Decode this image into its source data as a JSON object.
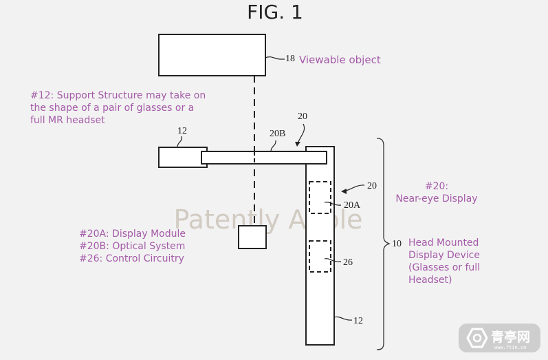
{
  "figure": {
    "title": "FIG. 1"
  },
  "watermark": {
    "text": "Patently Apple"
  },
  "reference_numerals": {
    "viewable_object": "18",
    "support_top": "12",
    "optical_system": "20B",
    "display_top": "20",
    "display_side": "20",
    "display_module": "20A",
    "control_circuitry": "26",
    "support_bottom": "12",
    "hmd": "10"
  },
  "annotations": {
    "viewable_object": "Viewable object",
    "support_structure": [
      "#12: Support Structure may take on",
      "the shape of a pair of glasses or a",
      "full MR headset"
    ],
    "near_eye_display": [
      "#20:",
      "Near-eye Display"
    ],
    "legend": [
      "#20A: Display Module",
      "#20B: Optical System",
      "#26: Control Circuitry"
    ],
    "hmd": [
      "Head Mounted",
      "Display Device",
      "(Glasses or full",
      "Headset)"
    ]
  },
  "logo": {
    "name": "青亭网",
    "url": "www.7tin.cn"
  }
}
